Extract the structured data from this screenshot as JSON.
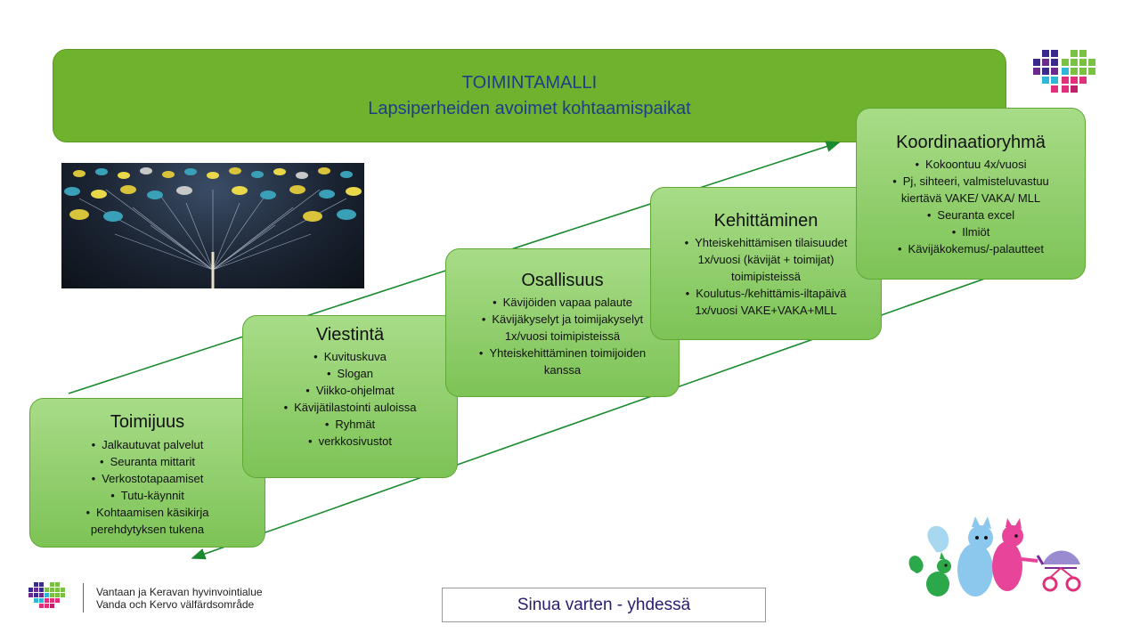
{
  "banner": {
    "title": "TOIMINTAMALLI",
    "subtitle": "Lapsiperheiden avoimet kohtaamispaikat",
    "color": "#6fb22e",
    "text_color": "#1f3e86"
  },
  "steps": [
    {
      "title": "Toimijuus",
      "items": [
        "Jalkautuvat palvelut",
        "Seuranta mittarit",
        "Verkostotapaamiset",
        "Tutu-käynnit",
        "Kohtaamisen käsikirja perehdytyksen tukena"
      ]
    },
    {
      "title": "Viestintä",
      "items": [
        "Kuvituskuva",
        "Slogan",
        "Viikko-ohjelmat",
        "Kävijätilastointi auloissa",
        "Ryhmät",
        "verkkosivustot"
      ]
    },
    {
      "title": "Osallisuus",
      "items": [
        "Kävijöiden vapaa palaute",
        "Kävijäkyselyt ja toimijakyselyt 1x/vuosi toimipisteissä",
        "Yhteiskehittäminen toimijoiden kanssa"
      ]
    },
    {
      "title": "Kehittäminen",
      "items": [
        "Yhteiskehittämisen tilaisuudet 1x/vuosi (kävijät + toimijat) toimipisteissä",
        "Koulutus-/kehittämis-iltapäivä 1x/vuosi VAKE+VAKA+MLL"
      ]
    },
    {
      "title": "Koordinaatioryhmä",
      "items": [
        "Kokoontuu 4x/vuosi",
        "Pj, sihteeri, valmisteluvastuu kiertävä VAKE/ VAKA/ MLL",
        "Seuranta excel",
        "Ilmiöt",
        "Kävijäkokemus/-palautteet"
      ]
    }
  ],
  "footer": {
    "org_line1": "Vantaan ja Keravan hyvinvointialue",
    "org_line2": "Vanda och Kervo välfärdsområde",
    "slogan": "Sinua varten - yhdessä",
    "slogan_color": "#2a1d6e"
  },
  "images": {
    "photo": "yarn-threads-photo",
    "mascots": "squirrel-family-illustration",
    "logo": "hyvinvointialue-pixel-heart-logo"
  },
  "colors": {
    "card_light": "#a8dc88",
    "card_dark": "#7dc356",
    "arrow": "#1a8a2e",
    "accent_pink": "#c8327a"
  }
}
